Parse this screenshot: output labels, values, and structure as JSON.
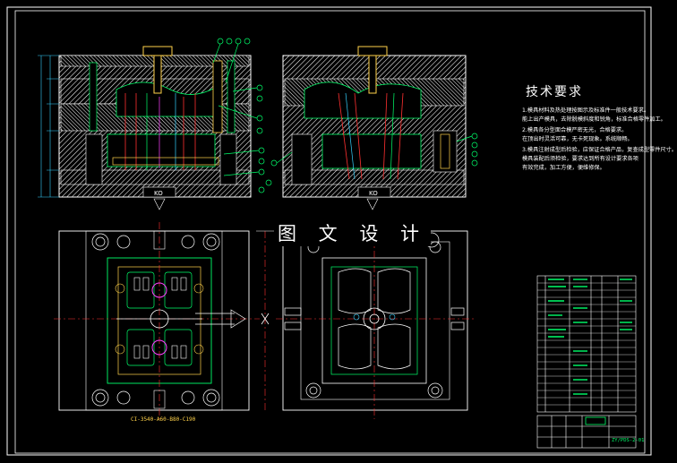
{
  "watermark": "图 文 设 计",
  "tech_requirements": {
    "title": "技术要求",
    "lines": [
      "1.模具材料及热处理按图示及标准件一般技术要求。",
      "能上出产模具，去除脱模斜度和锐角，标准合格零件加工。",
      "2.模具各分型面合模严密无光，合格要求。",
      "在顶出时灵活可靠，无卡死现象。系统顺畅。",
      "3.模具注射成型后检验，应保证合格产品，复查成型零件尺寸。",
      "模具装配后须检验，要求达到所有设计要求各项",
      "有效完成，加工方便，便维修保。"
    ]
  },
  "section_labels": {
    "left": "KO",
    "right": "KO"
  },
  "plate_label": "CI-3540-A60-B80-C190",
  "drawing_number": "ZY/PDS-2-01",
  "colors": {
    "background": "#000000",
    "frame": "#ffffff",
    "plate": "#00ff6a",
    "hatch": "#ffffff",
    "accent_yellow": "#ffd24a",
    "centerline": "#ff3030",
    "cooling": "#ff40ff",
    "dimension": "#34d2ff"
  }
}
